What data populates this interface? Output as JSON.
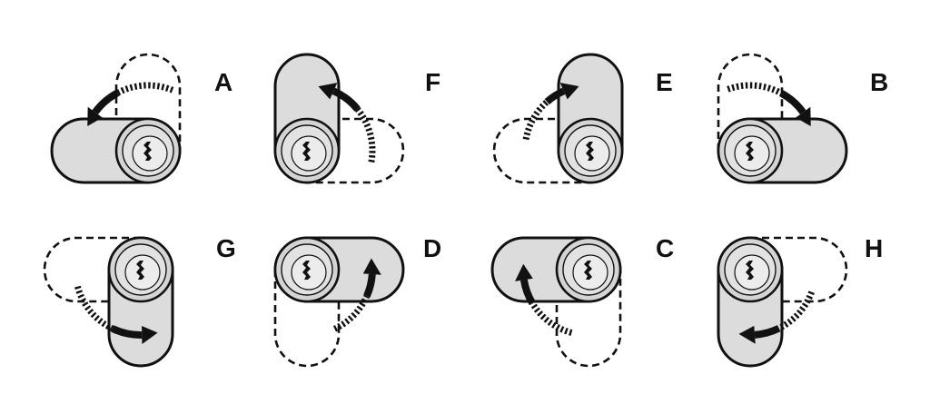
{
  "title": "",
  "positions": [
    {
      "label": "A",
      "direction": "left",
      "rotation": "counterclockwise"
    },
    {
      "label": "F",
      "direction": "up",
      "rotation": "counterclockwise"
    },
    {
      "label": "E",
      "direction": "up",
      "rotation": "clockwise"
    },
    {
      "label": "B",
      "direction": "right",
      "rotation": "clockwise"
    },
    {
      "label": "G",
      "direction": "down",
      "rotation": "counterclockwise"
    },
    {
      "label": "D",
      "direction": "right",
      "rotation": "counterclockwise"
    },
    {
      "label": "C",
      "direction": "left",
      "rotation": "clockwise"
    },
    {
      "label": "H",
      "direction": "down",
      "rotation": "clockwise"
    }
  ],
  "colors": {
    "cam_fill": "#dcdcdc",
    "cylinder_fill": "#d4d4d4",
    "line": "#111111",
    "background": "#ffffff"
  },
  "icons": {
    "cylinder": "lock-cylinder-icon",
    "arrow": "rotation-arrow-icon"
  }
}
